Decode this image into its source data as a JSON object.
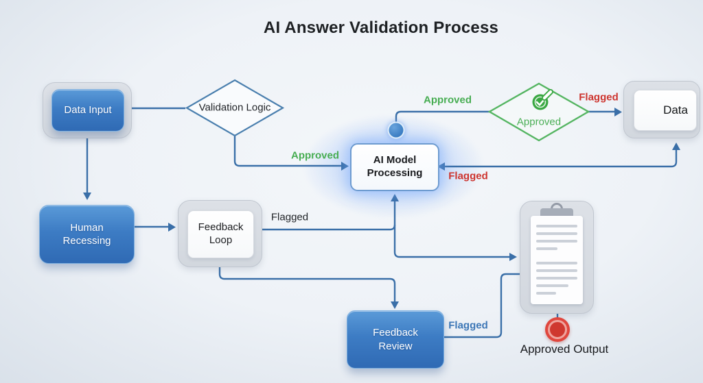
{
  "title": "AI Answer Validation Process",
  "colors": {
    "node_blue": "#3d7cc4",
    "connector_blue": "#3a6fa8",
    "approved_green": "#47ad52",
    "flagged_red": "#cd342e",
    "flagged_blue": "#3d77b6",
    "output_red": "#e0463d",
    "glow_blue": "#78aef5"
  },
  "nodes": {
    "data_input": {
      "label": "Data Input"
    },
    "validation_logic": {
      "label": "Validation Logic"
    },
    "ai_model": {
      "label": "AI Model Processing"
    },
    "approval_check": {
      "label": "Approved"
    },
    "data_output": {
      "label": "Data"
    },
    "human_processing": {
      "label": "Human Recessing"
    },
    "feedback_loop": {
      "label": "Feedback Loop"
    },
    "feedback_review": {
      "label": "Feedback Review"
    },
    "approved_output": {
      "label": "Approved Output"
    }
  },
  "edge_labels": {
    "approved_to_check": "Approved",
    "flagged_to_data": "Flagged",
    "approved_to_ai": "Approved",
    "flagged_to_ai": "Flagged",
    "flagged_from_loop": "Flagged",
    "flagged_from_review": "Flagged"
  },
  "icons": {
    "approval_badge": "check-badge-icon",
    "data_search": "magnifier-check-icon",
    "clipboard": "clipboard-icon",
    "output_marker": "record-dot-icon"
  }
}
